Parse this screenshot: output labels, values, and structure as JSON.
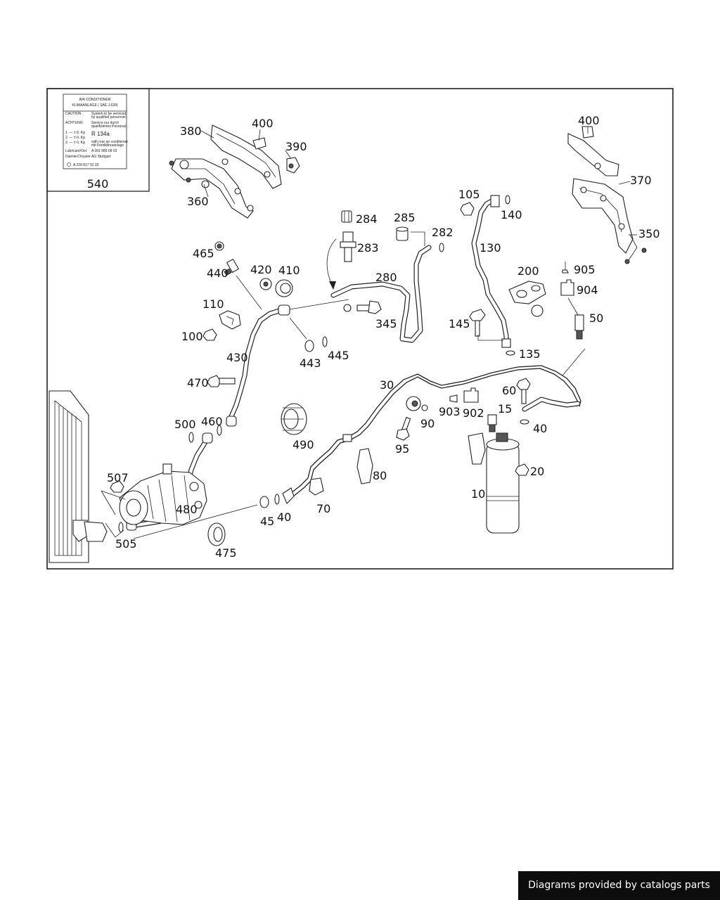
{
  "label_card": {
    "title_1": "AIR CONDITIONER",
    "title_2": "KLIMAANLAGE ( SAE J 639)",
    "caution_label": "CAUTION",
    "caution_text_1": "System to be serviced",
    "caution_text_2": "by qualified personnel",
    "achtung_label": "ACHTUNG",
    "achtung_text_1": "Service nur durch",
    "achtung_text_2": "qualifiziertes Personal",
    "refrigerant": "R 134a",
    "fill_1": "1.  — ± 0.  Kg",
    "fill_2": "2.  — ± 0.  Kg",
    "fill_3": "3.  — ± 0.  Kg",
    "rear_ac_1": "with rear air conditioner",
    "rear_ac_2": "mit Fondklimaanlage",
    "lubricant_label": "Lubricant/Oel:",
    "lubricant_value": "A 001 989 08 03",
    "maker": "DaimlerChrysler AG Stuttgart",
    "part_no": "A  220 817 02 20"
  },
  "callouts": {
    "c540": "540",
    "c380": "380",
    "c400a": "400",
    "c390": "390",
    "c360": "360",
    "c400b": "400",
    "c370": "370",
    "c350": "350",
    "c105": "105",
    "c140": "140",
    "c130": "130",
    "c284": "284",
    "c285": "285",
    "c282": "282",
    "c283": "283",
    "c280": "280",
    "c465": "465",
    "c440": "440",
    "c420": "420",
    "c410": "410",
    "c200": "200",
    "c905": "905",
    "c904": "904",
    "c110": "110",
    "c345": "345",
    "c145": "145",
    "c50": "50",
    "c100": "100",
    "c443": "443",
    "c445": "445",
    "c135": "135",
    "c430": "430",
    "c30": "30",
    "c60": "60",
    "c470": "470",
    "c903": "903",
    "c902": "902",
    "c15": "15",
    "c40a": "40",
    "c90": "90",
    "c500": "500",
    "c460": "460",
    "c490": "490",
    "c95": "95",
    "c507": "507",
    "c20": "20",
    "c80": "80",
    "c480": "480",
    "c10": "10",
    "c70": "70",
    "c45": "45",
    "c40b": "40",
    "c505": "505",
    "c475": "475"
  },
  "watermark": "Diagrams provided by catalogs parts"
}
